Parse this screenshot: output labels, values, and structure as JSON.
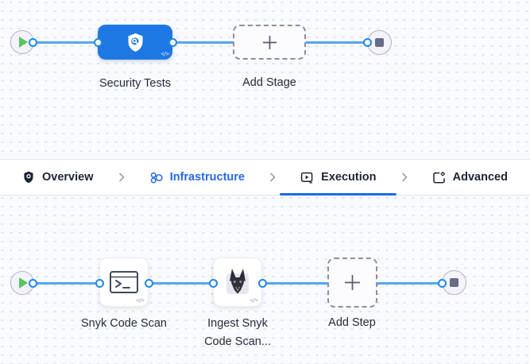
{
  "stage_pipeline": {
    "start_node_icon": "play-icon",
    "end_node_icon": "stop-icon",
    "stage": {
      "name": "Security Tests",
      "icon": "shield-scan-icon",
      "code_glyph": "</>"
    },
    "add_stage": {
      "label": "Add Stage",
      "icon": "plus-icon"
    }
  },
  "tab_bar": {
    "tabs": [
      {
        "label": "Overview",
        "icon": "shield-pin-icon"
      },
      {
        "label": "Infrastructure",
        "icon": "cluster-icon"
      },
      {
        "label": "Execution",
        "icon": "execution-play-icon"
      },
      {
        "label": "Advanced",
        "icon": "advanced-gear-icon"
      }
    ],
    "active_tab": "Execution",
    "highlighted_tab": "Infrastructure"
  },
  "step_pipeline": {
    "start_node_icon": "play-icon",
    "end_node_icon": "stop-icon",
    "steps": [
      {
        "name": "Snyk Code Scan",
        "name_lines": [
          "Snyk Code Scan",
          ""
        ],
        "icon": "terminal-icon",
        "code_glyph": "</>"
      },
      {
        "name": "Ingest Snyk Code Scan...",
        "name_lines": [
          "Ingest Snyk",
          "Code Scan..."
        ],
        "icon": "snyk-dog-icon",
        "code_glyph": "</>"
      }
    ],
    "add_step": {
      "label": "Add Step",
      "icon": "plus-icon"
    }
  },
  "colors": {
    "stage_blue": "#1e78e4",
    "wire_blue": "#56a5ef",
    "port_ring_blue": "#2287e8",
    "active_tab_underline": "#1b6de0",
    "infrastructure_blue": "#2569e3",
    "play_green": "#5cc263",
    "stop_gray": "#666b86",
    "canvas_bg": "#f9fafd",
    "label_color": "#252c3d"
  }
}
